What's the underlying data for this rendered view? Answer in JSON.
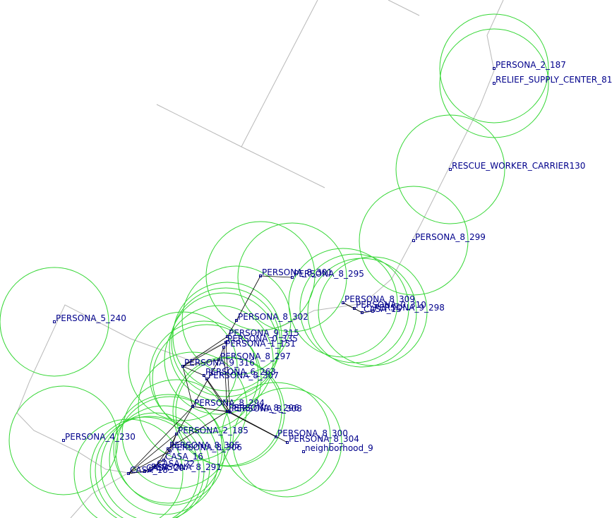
{
  "colors": {
    "background": "#ffffff",
    "range_circle": "#33d633",
    "node_label": "#00008b",
    "road": "#b8b8b8",
    "link": "#000000"
  },
  "nodes": [
    {
      "id": "persona_2_187",
      "label": "PERSONA_2_187"
    },
    {
      "id": "relief_81",
      "label": "RELIEF_SUPPLY_CENTER_81"
    },
    {
      "id": "rescue_130",
      "label": "RESCUE_WORKER_CARRIER130"
    },
    {
      "id": "persona_8_299",
      "label": "PERSONA_8_299"
    },
    {
      "id": "persona_8_301",
      "label": "PERSONA_8_301"
    },
    {
      "id": "persona_8_295",
      "label": "PERSONA_8_295"
    },
    {
      "id": "persona_5_240",
      "label": "PERSONA_5_240"
    },
    {
      "id": "persona_8_309",
      "label": "PERSONA_8_309"
    },
    {
      "id": "persona_0_310",
      "label": "PERSONA_0_310"
    },
    {
      "id": "persona_9_298",
      "label": "PERSONA_9_298"
    },
    {
      "id": "casa_15",
      "label": "CASA_15"
    },
    {
      "id": "persona_8_302",
      "label": "PERSONA_8_302"
    },
    {
      "id": "persona_9_315",
      "label": "PERSONA_9_315"
    },
    {
      "id": "persona_0_335",
      "label": "PERSONA_0_335"
    },
    {
      "id": "persona_1_151",
      "label": "PERSONA_1_151"
    },
    {
      "id": "persona_8_297",
      "label": "PERSONA_8_297"
    },
    {
      "id": "persona_9_316",
      "label": "PERSONA_9_316"
    },
    {
      "id": "persona_6_263",
      "label": "PERSONA_6_263"
    },
    {
      "id": "persona_8_307",
      "label": "PERSONA_8_307"
    },
    {
      "id": "persona_8_294",
      "label": "PERSONA_8_294"
    },
    {
      "id": "persona_8_296",
      "label": "PERSONA_8_296"
    },
    {
      "id": "persona_8_308",
      "label": "PERSONA_8_308"
    },
    {
      "id": "persona_2_185",
      "label": "PERSONA_2_185"
    },
    {
      "id": "persona_8_300",
      "label": "PERSONA_8_300"
    },
    {
      "id": "persona_8_304",
      "label": "PERSONA_8_304"
    },
    {
      "id": "neighborhood_9",
      "label": "neighborhood_9"
    },
    {
      "id": "persona_4_230",
      "label": "PERSONA_4_230"
    },
    {
      "id": "persona_8_306",
      "label": "PERSONA_8_306"
    },
    {
      "id": "persona_8_305",
      "label": "PERSONA_8_305"
    },
    {
      "id": "casa_16",
      "label": "CASA_16"
    },
    {
      "id": "casa_22",
      "label": "CASA_22"
    },
    {
      "id": "casa_20",
      "label": "CASA_20"
    },
    {
      "id": "casa_18",
      "label": "CASA_18"
    },
    {
      "id": "persona_8_291",
      "label": "PERSONA_8_291"
    }
  ]
}
